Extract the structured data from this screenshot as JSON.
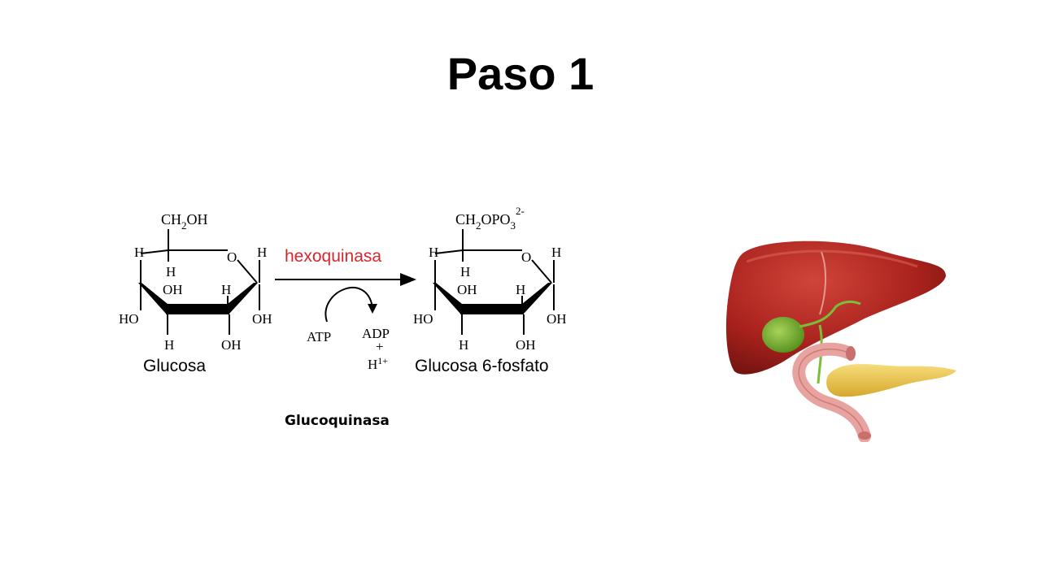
{
  "slide": {
    "title": "Paso 1",
    "enzyme_secondary": "Glucoquinasa"
  },
  "reaction": {
    "enzyme": "hexoquinasa",
    "enzyme_color": "#d7262e",
    "substrate": {
      "name": "Glucosa",
      "group_top_main": "CH",
      "group_top_sub": "2",
      "group_top_tail": "OH",
      "atoms": {
        "h": "H",
        "o": "O",
        "oh": "OH",
        "ho": "HO"
      }
    },
    "product": {
      "name": "Glucosa 6-fosfato",
      "group_top_main": "CH",
      "group_top_sub1": "2",
      "group_top_mid": "OPO",
      "group_top_sub2": "3",
      "group_top_sup": "2-"
    },
    "cofactor_in": "ATP",
    "cofactor_out": "ADP",
    "plus": "+",
    "proton": "H",
    "proton_charge": "1+"
  },
  "illustration": {
    "subject": "liver-gallbladder-pancreas",
    "colors": {
      "liver": "#a8211c",
      "gallbladder": "#6aa823",
      "pancreas": "#e8c14a",
      "duodenum": "#e7a3a0"
    }
  }
}
